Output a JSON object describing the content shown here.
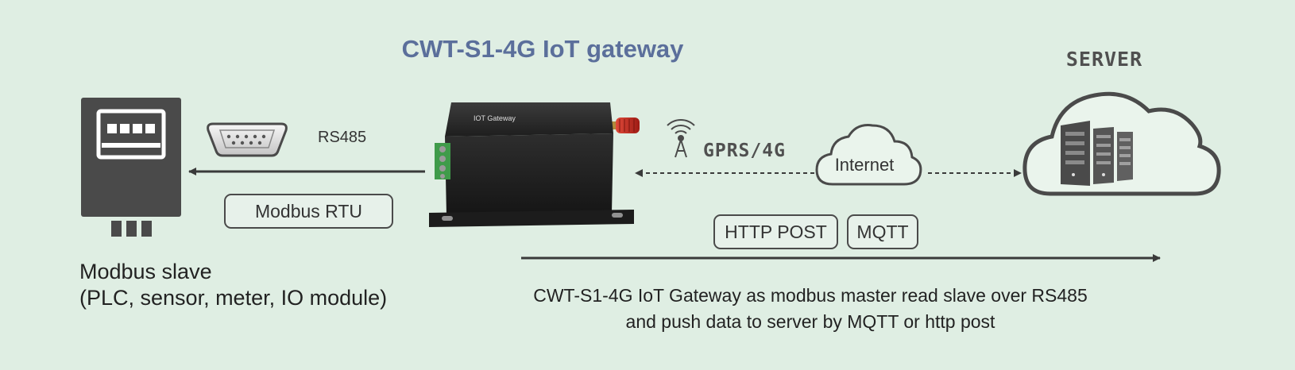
{
  "diagram": {
    "title": "CWT-S1-4G IoT gateway",
    "server_label": "SERVER",
    "rs485_label": "RS485",
    "modbus_rtu_label": "Modbus RTU",
    "gprs_label": "GPRS/4G",
    "internet_label": "Internet",
    "http_post_label": "HTTP POST",
    "mqtt_label": "MQTT",
    "device_label": "IOT Gateway",
    "slave_label_line1": "Modbus slave",
    "slave_label_line2": "(PLC, sensor, meter, IO module)",
    "caption_line1": "CWT-S1-4G IoT Gateway as modbus master read slave over RS485",
    "caption_line2": "and push data to server by MQTT or http post"
  },
  "colors": {
    "background": "#dfeee3",
    "title": "#5b6f9b",
    "icon_dark": "#4a4a4a",
    "antenna_red": "#c62828",
    "terminal_green": "#3f9b4a"
  },
  "icons": [
    "modbus-slave-meter-icon",
    "db9-serial-connector-icon",
    "iot-gateway-device-icon",
    "antenna-tower-icon",
    "internet-cloud-icon",
    "server-cloud-icon"
  ]
}
